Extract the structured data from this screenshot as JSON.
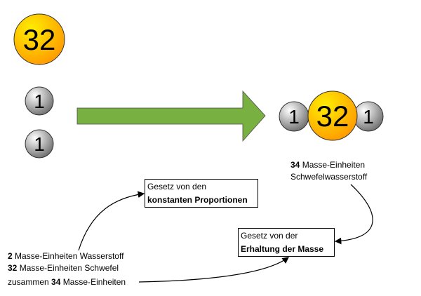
{
  "atoms": {
    "sulfur": "32",
    "hydrogen": "1"
  },
  "product": {
    "line1_num": "34",
    "line1_text": " Masse-Einheiten",
    "line2": "Schwefelwasserstoff"
  },
  "box_proportions": {
    "line1": "Gesetz von den",
    "line2": "konstanten Proportionen"
  },
  "box_mass": {
    "line1": "Gesetz von der",
    "line2": "Erhaltung der Masse"
  },
  "reactants": {
    "l1_num": "2",
    "l1_text": " Masse-Einheiten Wasserstoff",
    "l2_num": "32",
    "l2_text": " Masse-Einheiten Schwefel",
    "l3_pre": "zusammen ",
    "l3_num": "34",
    "l3_text": " Masse-Einheiten"
  },
  "colors": {
    "arrow": "#78b041",
    "sulfur": "#ffb300",
    "hydrogen": "#a0a0a0"
  }
}
